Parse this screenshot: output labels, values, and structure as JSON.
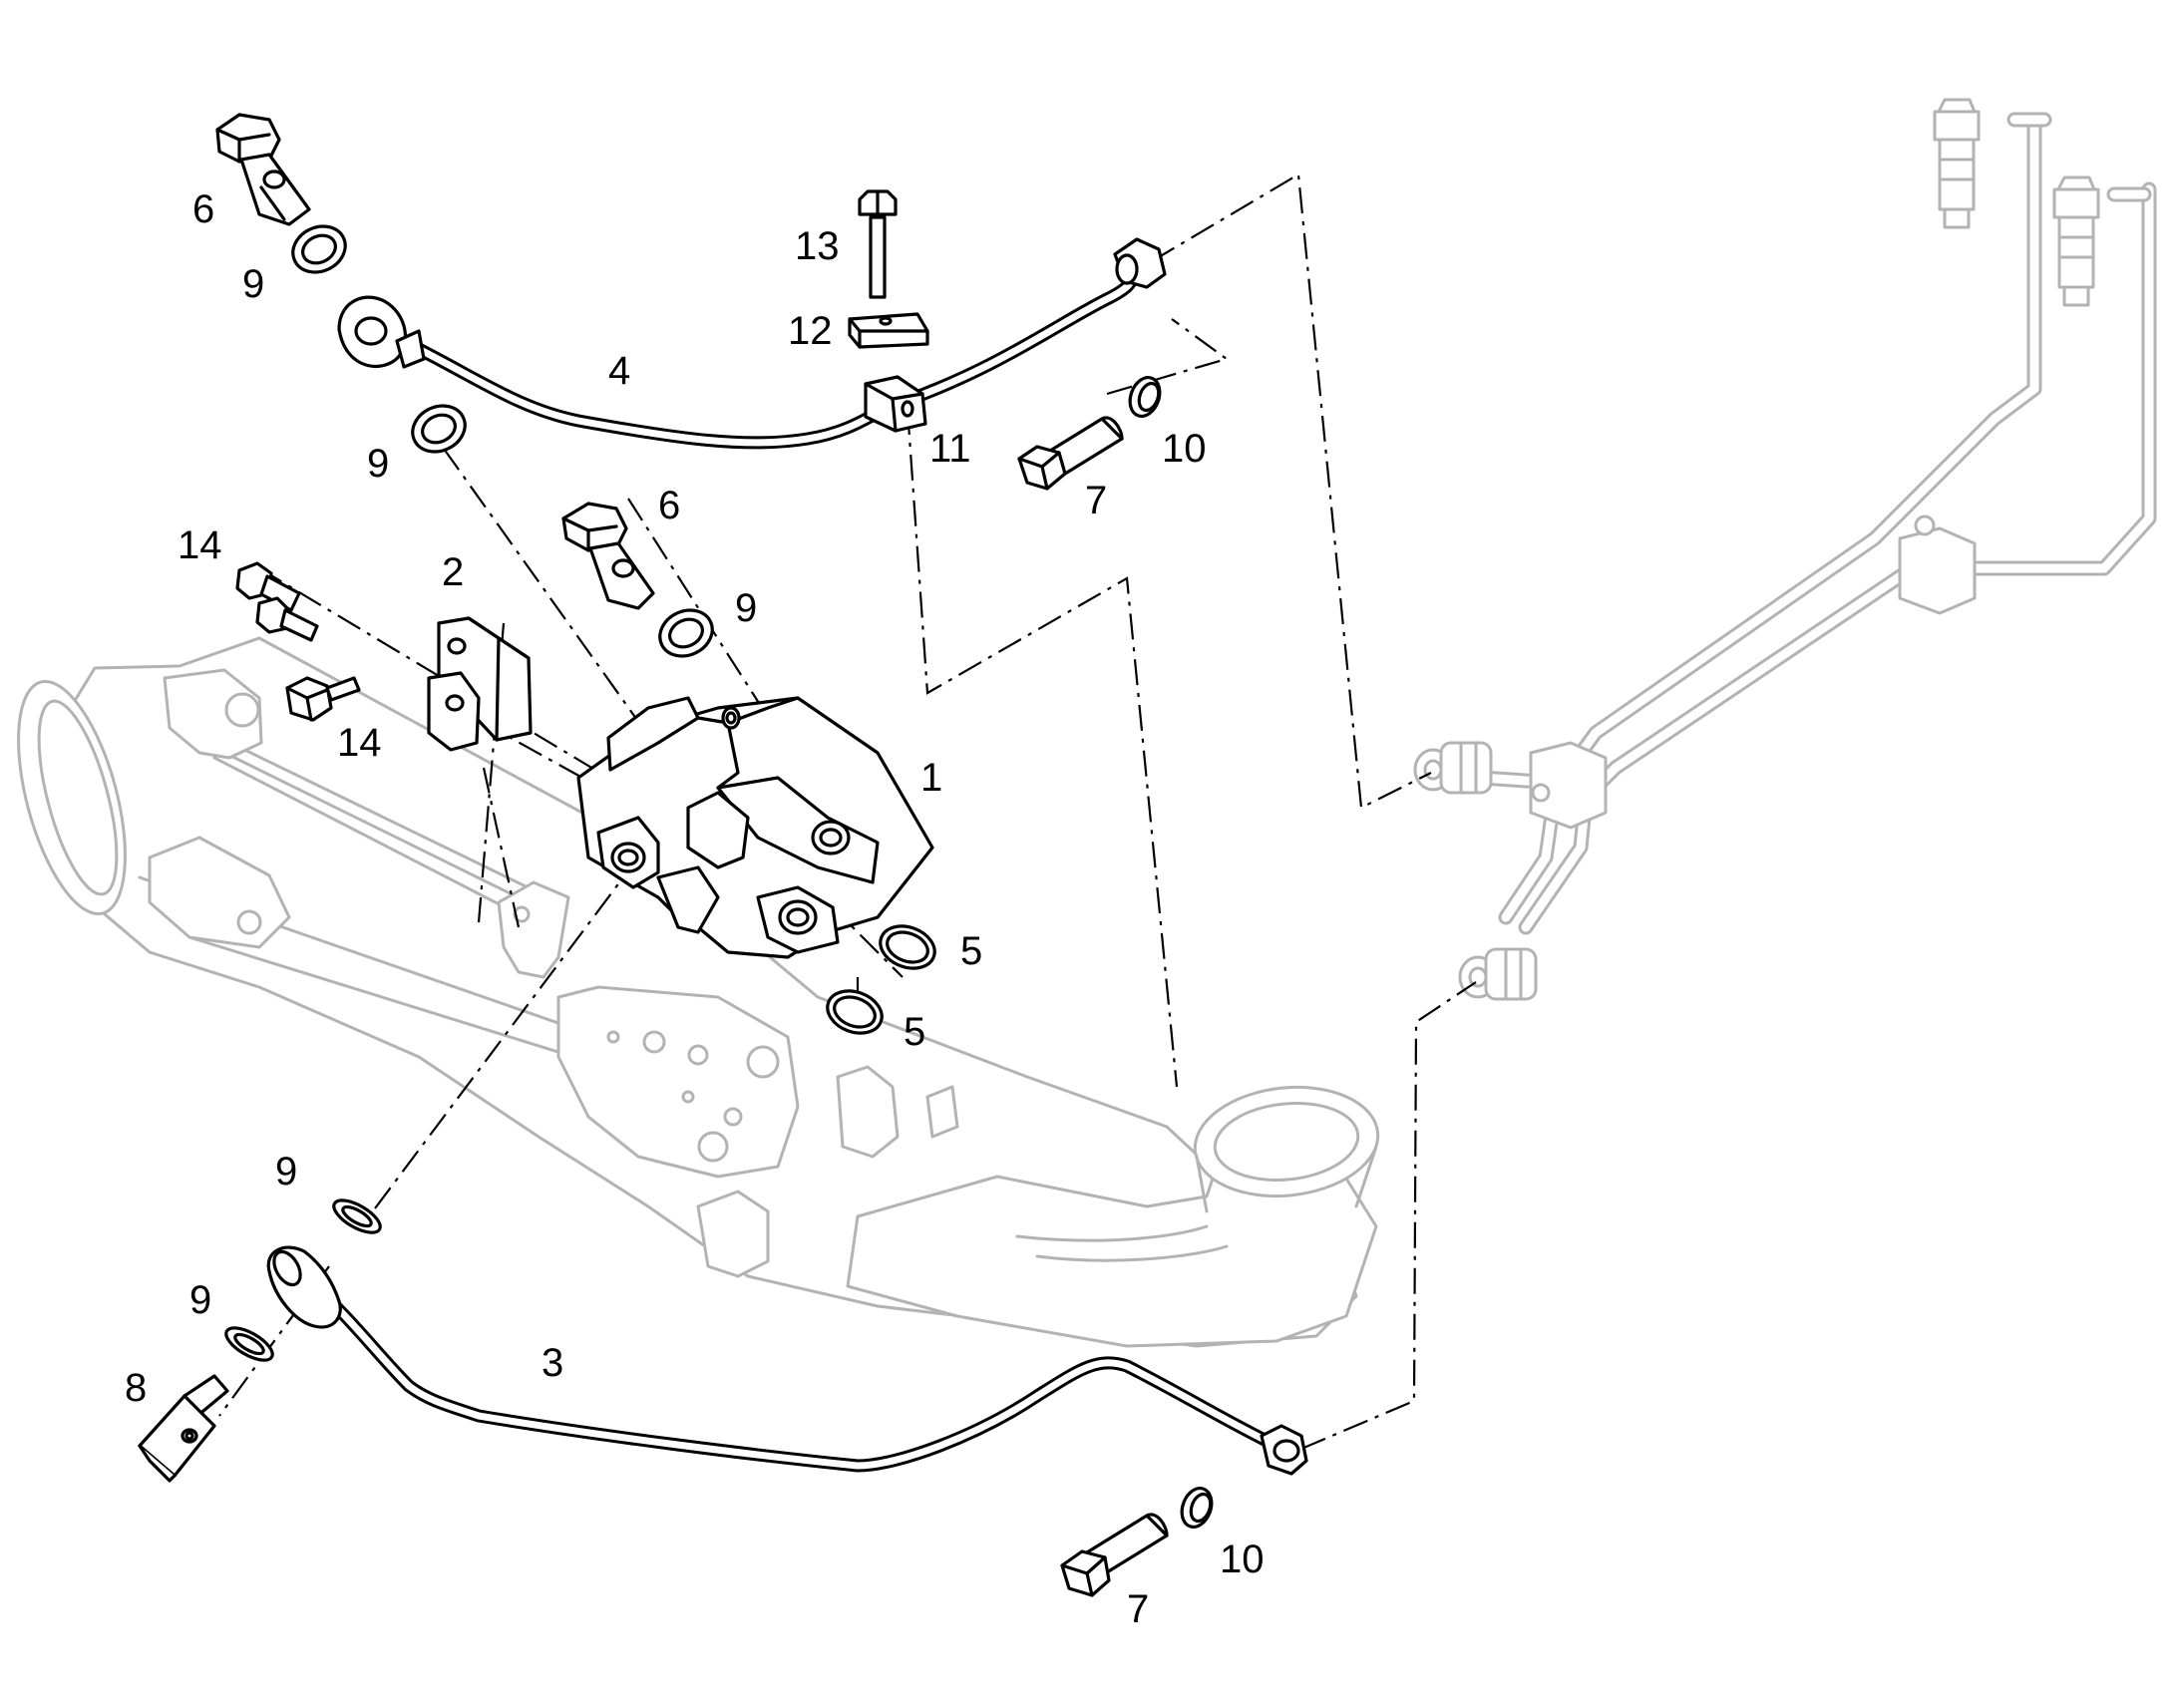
{
  "callouts": {
    "c1": "1",
    "c2": "2",
    "c3": "3",
    "c4": "4",
    "c5a": "5",
    "c5b": "5",
    "c6a": "6",
    "c6b": "6",
    "c7a": "7",
    "c7b": "7",
    "c8": "8",
    "c9a": "9",
    "c9b": "9",
    "c9c": "9",
    "c9d": "9",
    "c9e": "9",
    "c10a": "10",
    "c10b": "10",
    "c11": "11",
    "c12": "12",
    "c13": "13",
    "c14a": "14",
    "c14b": "14"
  },
  "colors": {
    "line": "#000000",
    "background_part": "#b3b3b3",
    "paper": "#ffffff"
  }
}
